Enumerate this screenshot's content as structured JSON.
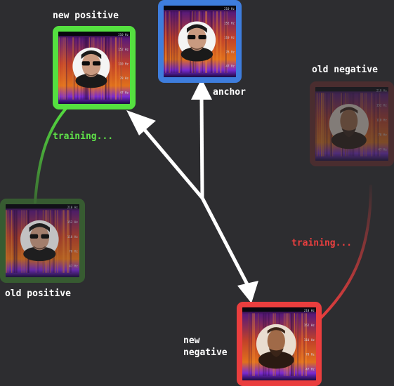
{
  "nodes": {
    "anchor": {
      "label": "anchor",
      "border": "#3e7ddd",
      "face": "dark-glasses"
    },
    "new_positive": {
      "label": "new positive",
      "border": "#55e040",
      "face": "dark-glasses"
    },
    "old_positive": {
      "label": "old positive",
      "border": "#3b6b32",
      "face": "dark-glasses"
    },
    "old_negative": {
      "label": "old negative",
      "border": "#6e2f2f",
      "face": "mustache"
    },
    "new_negative": {
      "label_line1": "new",
      "label_line2": "negative",
      "border": "#ea3e3e",
      "face": "mustache"
    }
  },
  "links": {
    "positive_training": {
      "label": "training...",
      "color": "#5fe049"
    },
    "negative_training": {
      "label": "training...",
      "color": "#ea3f3f"
    },
    "move_arrows_color": "#ffffff"
  },
  "spectrogram_ticks": [
    "210 Hz",
    "152 Hz",
    "110 Hz",
    "78 Hz",
    "47 Hz"
  ]
}
